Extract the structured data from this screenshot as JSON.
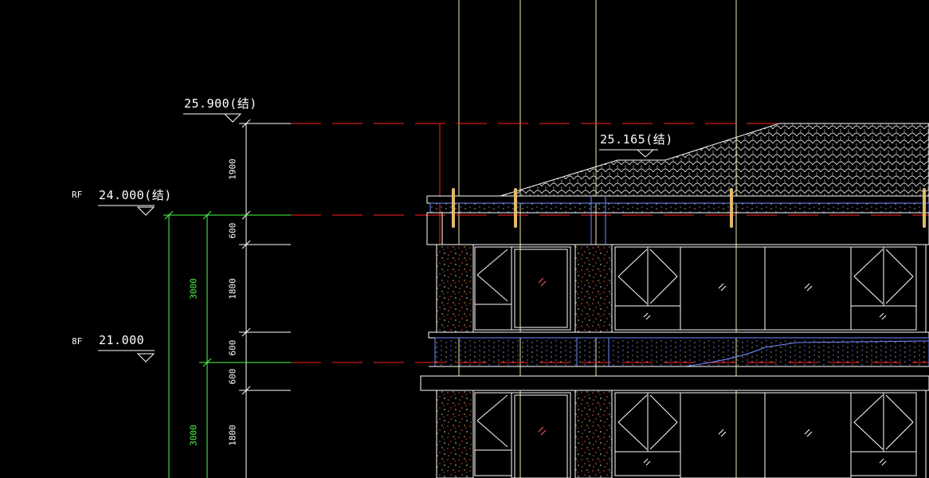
{
  "elevations": {
    "top_struct": "25.900(结)",
    "roof_peak_struct": "25.165(结)",
    "rf_level": "24.000(结)",
    "eighth_floor_level": "21.000"
  },
  "floor_labels": {
    "rf": "RF",
    "eighth": "8F"
  },
  "dimensions": {
    "parapet": "1900",
    "rf_slab": "600",
    "window_upper": "1800",
    "sill_upper": "600",
    "beam_8f": "600",
    "window_lower": "1800",
    "storey_upper": "3000",
    "storey_lower": "3000"
  },
  "colors": {
    "background": "#000000",
    "axis_line": "#f2e6a0",
    "level_line": "#ff2020",
    "outline": "#ffffff",
    "window": "#ffffff",
    "slab_blue": "#6f8cff",
    "dim_green": "#4cff4c",
    "column_fill": "#ff3b3b"
  }
}
